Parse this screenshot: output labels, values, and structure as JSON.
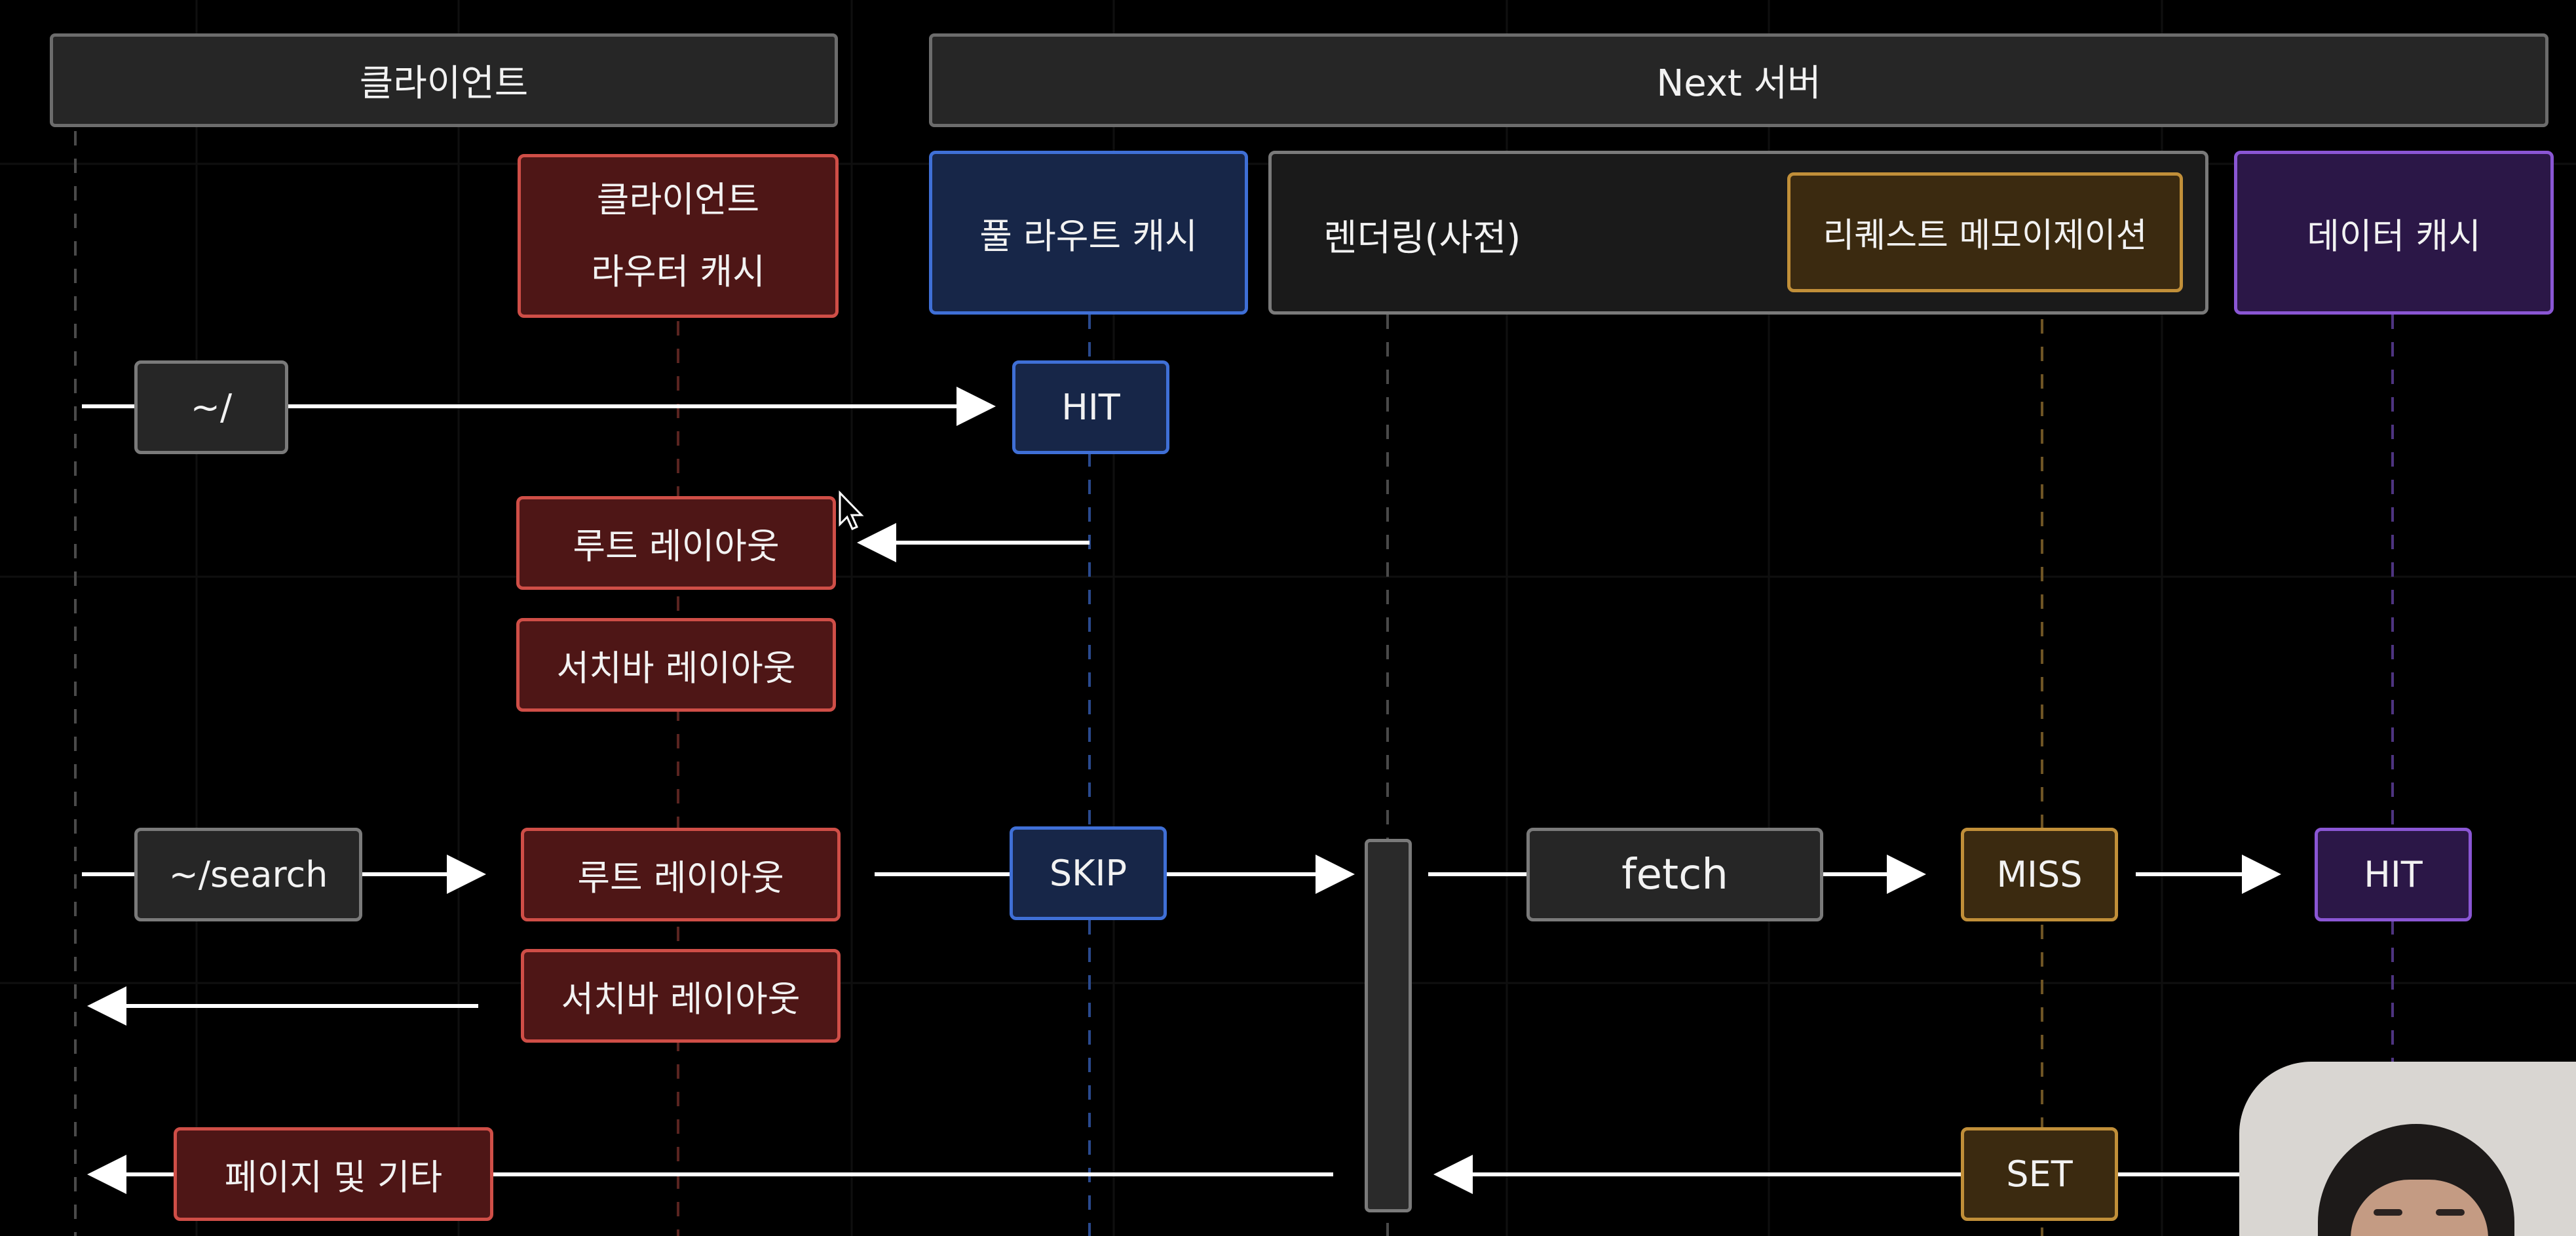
{
  "lanes": {
    "client": "클라이언트",
    "server": "Next 서버"
  },
  "cache_headers": {
    "client_router_cache_line1": "클라이언트",
    "client_router_cache_line2": "라우터 캐시",
    "full_route_cache": "풀 라우트 캐시",
    "rendering": "렌더링(사전)",
    "request_memoization": "리퀘스트 메모이제이션",
    "data_cache": "데이터 캐시"
  },
  "flow1": {
    "request": "~/",
    "full_route_result": "HIT",
    "root_layout": "루트 레이아웃",
    "searchbar_layout": "서치바 레이아웃"
  },
  "flow2": {
    "request": "~/search",
    "root_layout": "루트 레이아웃",
    "full_route_result": "SKIP",
    "fetch": "fetch",
    "memo_result": "MISS",
    "data_cache_result": "HIT",
    "searchbar_layout": "서치바 레이아웃",
    "page_etc": "페이지 및 기타",
    "memo_set": "SET"
  },
  "colors": {
    "background": "#000000",
    "client_cache": "#cf4e47",
    "full_route_cache": "#3f6fd6",
    "request_memo": "#c18f39",
    "data_cache": "#8a56d4",
    "neutral": "#7a7a7a"
  }
}
